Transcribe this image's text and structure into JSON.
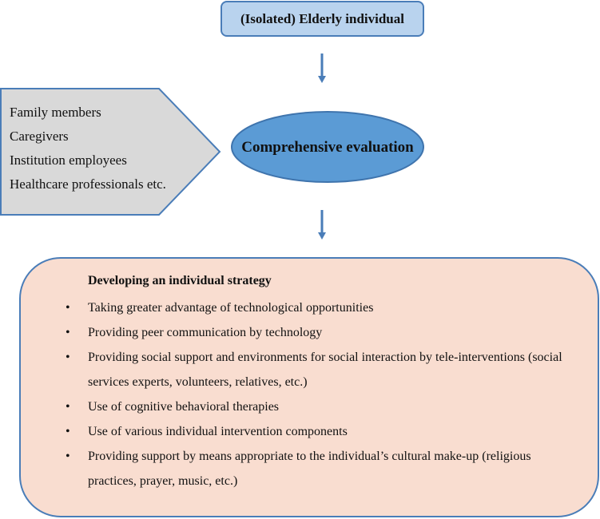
{
  "top_node": {
    "label": "(Isolated) Elderly individual"
  },
  "evaluation_node": {
    "label": "Comprehensive evaluation"
  },
  "stakeholders": {
    "items": [
      "Family members",
      "Caregivers",
      "Institution employees",
      "Healthcare professionals etc."
    ]
  },
  "strategy": {
    "title": "Developing an individual strategy",
    "bullet": "•",
    "items": [
      "Taking greater advantage of technological opportunities",
      "Providing peer communication by technology",
      "Providing social support and environments for social interaction by tele-interventions (social services experts, volunteers, relatives, etc.)",
      "Use of cognitive behavioral therapies",
      "Use of various individual intervention components",
      "Providing support by means appropriate to the individual’s cultural make-up (religious practices, prayer, music, etc.)"
    ]
  },
  "colors": {
    "top_fill": "#b9d3ee",
    "ellipse_fill": "#5b9bd5",
    "pentagon_fill": "#d9d9d9",
    "strategy_fill": "#f9ddd0",
    "outline": "#4a7db8"
  }
}
